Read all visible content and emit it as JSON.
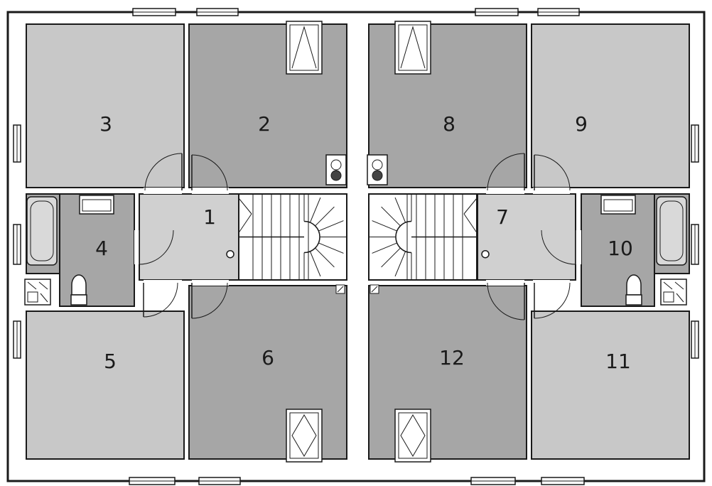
{
  "floor_plan": {
    "colors": {
      "wall": "#1a1a1a",
      "light_room": "#c8c8c8",
      "dark_room": "#a6a6a6",
      "hall": "#d0d0d0",
      "background": "#ffffff"
    },
    "rooms": [
      {
        "id": "r3",
        "label": "3",
        "shade": "light"
      },
      {
        "id": "r2",
        "label": "2",
        "shade": "dark"
      },
      {
        "id": "r8",
        "label": "8",
        "shade": "dark"
      },
      {
        "id": "r9",
        "label": "9",
        "shade": "light"
      },
      {
        "id": "r4",
        "label": "4",
        "shade": "dark"
      },
      {
        "id": "r1",
        "label": "1",
        "shade": "hall"
      },
      {
        "id": "r7",
        "label": "7",
        "shade": "hall"
      },
      {
        "id": "r10",
        "label": "10",
        "shade": "dark"
      },
      {
        "id": "r5",
        "label": "5",
        "shade": "light"
      },
      {
        "id": "r6",
        "label": "6",
        "shade": "dark"
      },
      {
        "id": "r12",
        "label": "12",
        "shade": "dark"
      },
      {
        "id": "r11",
        "label": "11",
        "shade": "light"
      }
    ],
    "fixtures": {
      "skylight": "skylight-icon",
      "boiler": "boiler-icon",
      "bathtub": "bathtub-icon",
      "washbasin": "washbasin-icon",
      "toilet": "toilet-icon",
      "shower": "shower-icon",
      "staircase": "staircase-icon",
      "door": "door-swing-icon",
      "window": "window-icon",
      "vent": "vent-icon"
    }
  }
}
